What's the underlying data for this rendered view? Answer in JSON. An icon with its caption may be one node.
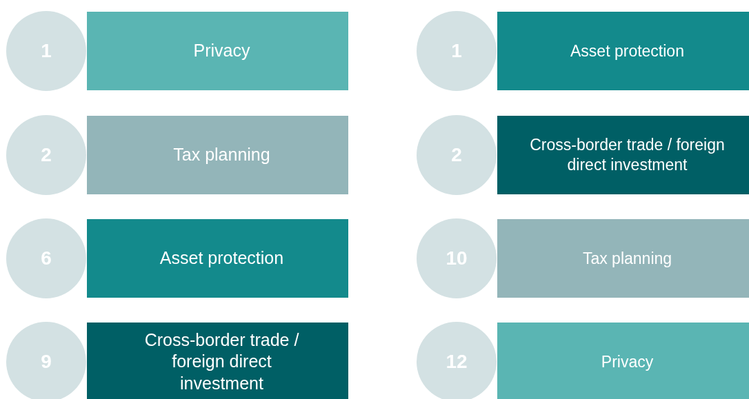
{
  "diagram": {
    "nodes": [
      {
        "text": [
          "1"
        ]
      },
      {
        "text": [
          "Privacy"
        ]
      },
      {
        "text": [
          "1"
        ]
      },
      {
        "text": [
          "Asset protection"
        ]
      },
      {
        "text": [
          "2"
        ]
      },
      {
        "text": [
          "Tax planning"
        ]
      },
      {
        "text": [
          "2"
        ]
      },
      {
        "text": [
          "Cross-border trade / foreign direct investment"
        ]
      },
      {
        "text": [
          "6"
        ]
      },
      {
        "text": [
          "Asset protection"
        ]
      },
      {
        "text": [
          "10"
        ]
      },
      {
        "text": [
          "Tax planning"
        ]
      },
      {
        "text": [
          "9"
        ]
      },
      {
        "text": [
          "Cross-border trade / foreign direct investment"
        ]
      },
      {
        "text": [
          "12"
        ]
      },
      {
        "text": [
          "Privacy"
        ]
      }
    ]
  }
}
